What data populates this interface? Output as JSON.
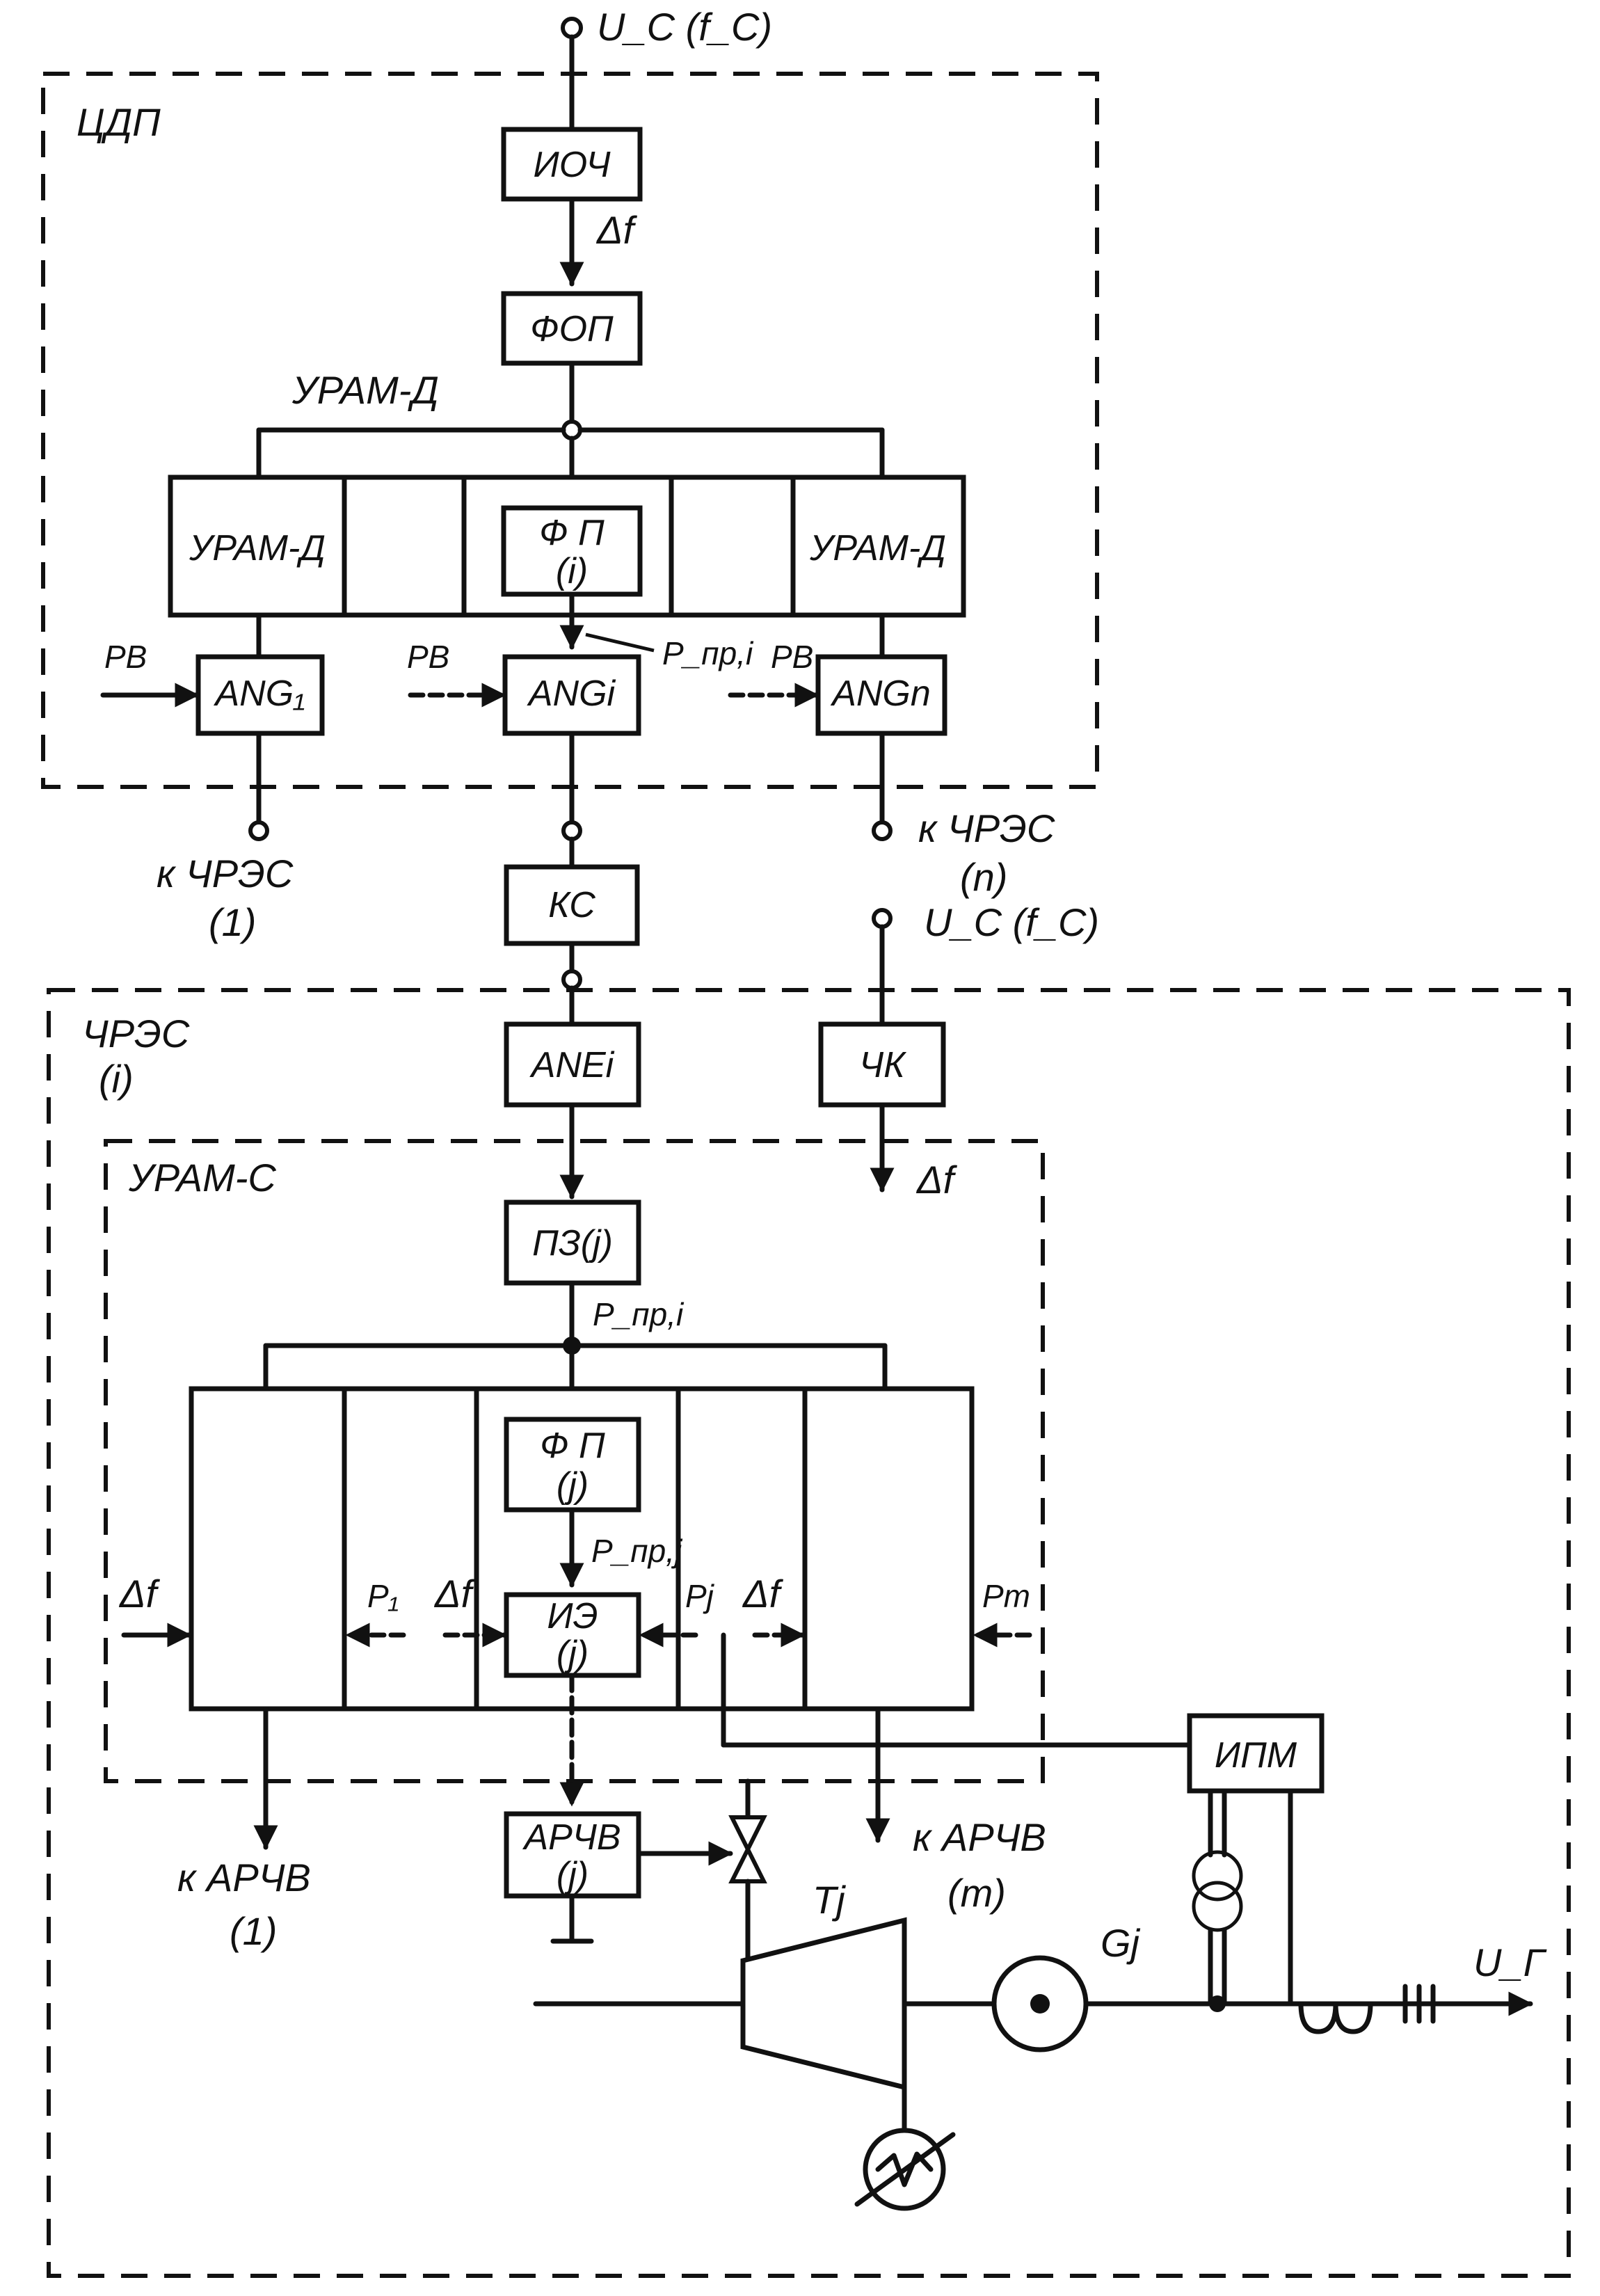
{
  "labels": {
    "uc_fc_top": "U_C (f_C)",
    "cdp": "ЦДП",
    "ioch": "ИОЧ",
    "delta_f_top": "Δf",
    "fop": "ФОП",
    "uram_d_top": "УРАМ-Д",
    "uram_d_left": "УРАМ-Д",
    "fp_i_line1": "Ф П",
    "fp_i_line2": "(i)",
    "uram_d_right": "УРАМ-Д",
    "pv_1": "РВ",
    "pv_i": "РВ",
    "pv_n": "РВ",
    "ang_1": "ANG₁",
    "ang_i": "ANGi",
    "ang_n": "ANGn",
    "p_pr_i_top": "P_пр,i",
    "k_chres_1_line1": "к ЧРЭС",
    "k_chres_1_line2": "(1)",
    "k_chres_n_line1": "к ЧРЭС",
    "k_chres_n_line2": "(n)",
    "ks": "КС",
    "uc_fc_mid": "U_C (f_C)",
    "chres_line1": "ЧРЭС",
    "chres_line2": "(i)",
    "ane_i": "ANEi",
    "chk": "ЧК",
    "uram_s": "УРАМ-С",
    "delta_f_right": "Δf",
    "pz_j": "ПЗ(j)",
    "p_pr_i_bus": "P_пр,i",
    "fp_j_line1": "Ф П",
    "fp_j_line2": "(j)",
    "p_pr_j": "P_пр,j",
    "delta_f_left": "Δf",
    "p_1": "P₁",
    "delta_f_mid1": "Δf",
    "iz_j_line1": "ИЭ",
    "iz_j_line2": "(j)",
    "p_j": "Pj",
    "delta_f_mid2": "Δf",
    "p_m": "Pm",
    "ipm": "ИПМ",
    "k_archv_1_line1": "к АРЧВ",
    "k_archv_1_line2": "(1)",
    "k_archv_m_line1": "к АРЧВ",
    "k_archv_m_line2": "(m)",
    "archv_j_line1": "АРЧВ",
    "archv_j_line2": "(j)",
    "t_j": "Tj",
    "g_j": "Gj",
    "u_g": "U_Г"
  }
}
